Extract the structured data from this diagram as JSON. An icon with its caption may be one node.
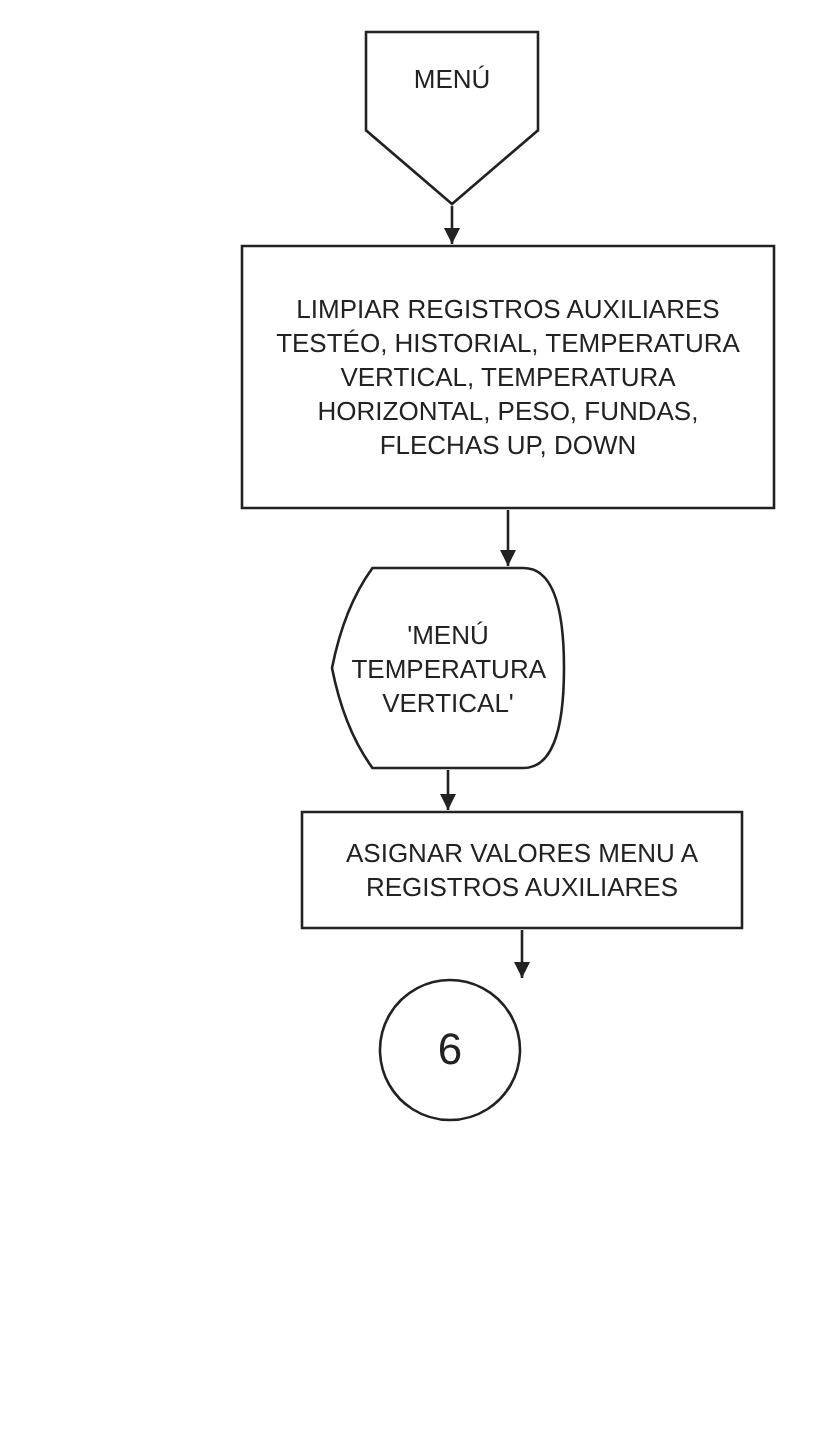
{
  "diagram": {
    "nodes": [
      {
        "text": [
          "MENÚ"
        ]
      },
      {
        "text": [
          "LIMPIAR REGISTROS AUXILIARES TESTÉO, HISTORIAL, TEMPERATURA VERTICAL, TEMPERATURA HORIZONTAL, PESO, FUNDAS, FLECHAS UP, DOWN"
        ]
      },
      {
        "text": [
          "'MENÚ TEMPERATURA VERTICAL'"
        ]
      },
      {
        "text": [
          "ASIGNAR VALORES MENU A REGISTROS AUXILIARES"
        ]
      },
      {
        "text": [
          "6"
        ]
      }
    ],
    "edges": [
      {
        "from": 0,
        "to": 1,
        "arrow": "to"
      },
      {
        "from": 1,
        "to": 2,
        "arrow": "to"
      },
      {
        "from": 2,
        "to": 3,
        "arrow": "to"
      },
      {
        "from": 3,
        "to": 4,
        "arrow": "to"
      }
    ]
  }
}
